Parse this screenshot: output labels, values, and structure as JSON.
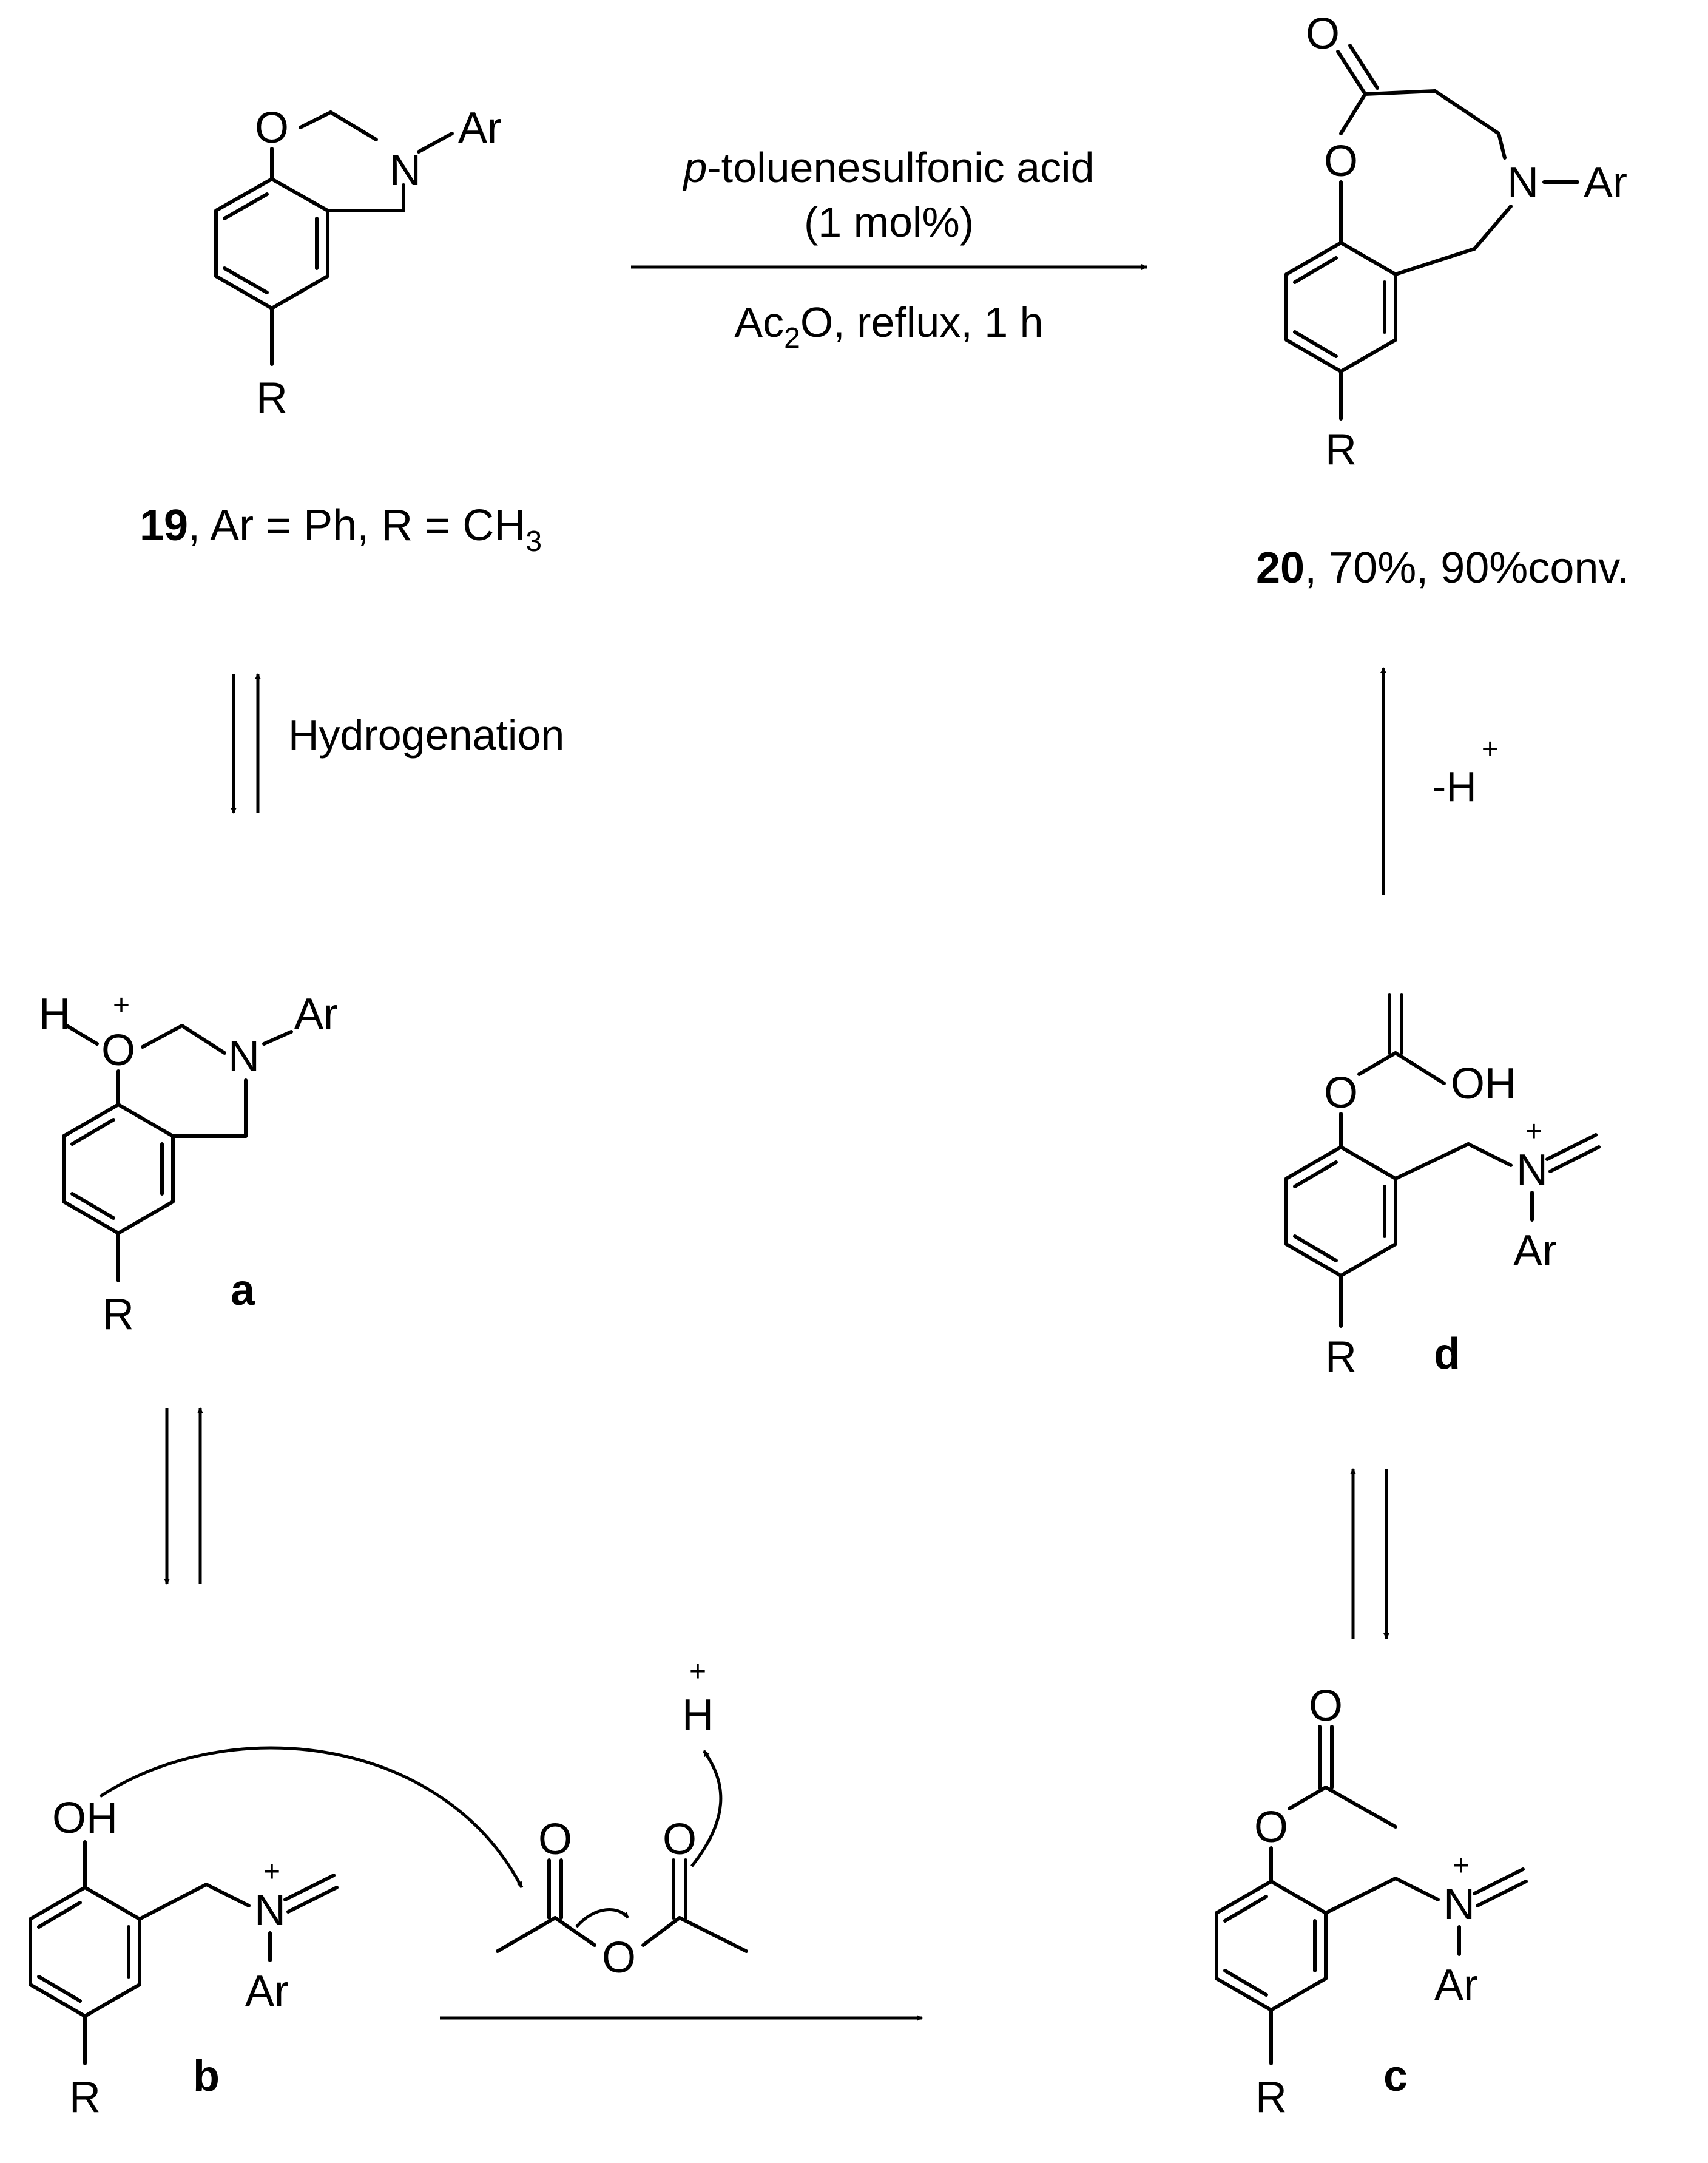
{
  "reaction_arrow": {
    "reagent_italic": "p",
    "reagent_rest": "-toluenesulfonic acid",
    "loading": "(1 mol%)",
    "solvent_pre": "Ac",
    "solvent_sub": "2",
    "solvent_post": "O, reflux, 1 h"
  },
  "compound_19": {
    "id": "19",
    "desc_pre": ", Ar = Ph, R = CH",
    "desc_sub": "3"
  },
  "compound_20": {
    "id": "20",
    "desc": ", 70%, 90%conv."
  },
  "equilibrium_19_a": {
    "label": "Hydrogenation"
  },
  "step_d_20": {
    "label": "-H",
    "charge": "+"
  },
  "intermediates": {
    "a": "a",
    "b": "b",
    "c": "c",
    "d": "d"
  },
  "atoms": {
    "O": "O",
    "N": "N",
    "Ar": "Ar",
    "R": "R",
    "OH": "OH",
    "H": "H",
    "plus": "+"
  }
}
